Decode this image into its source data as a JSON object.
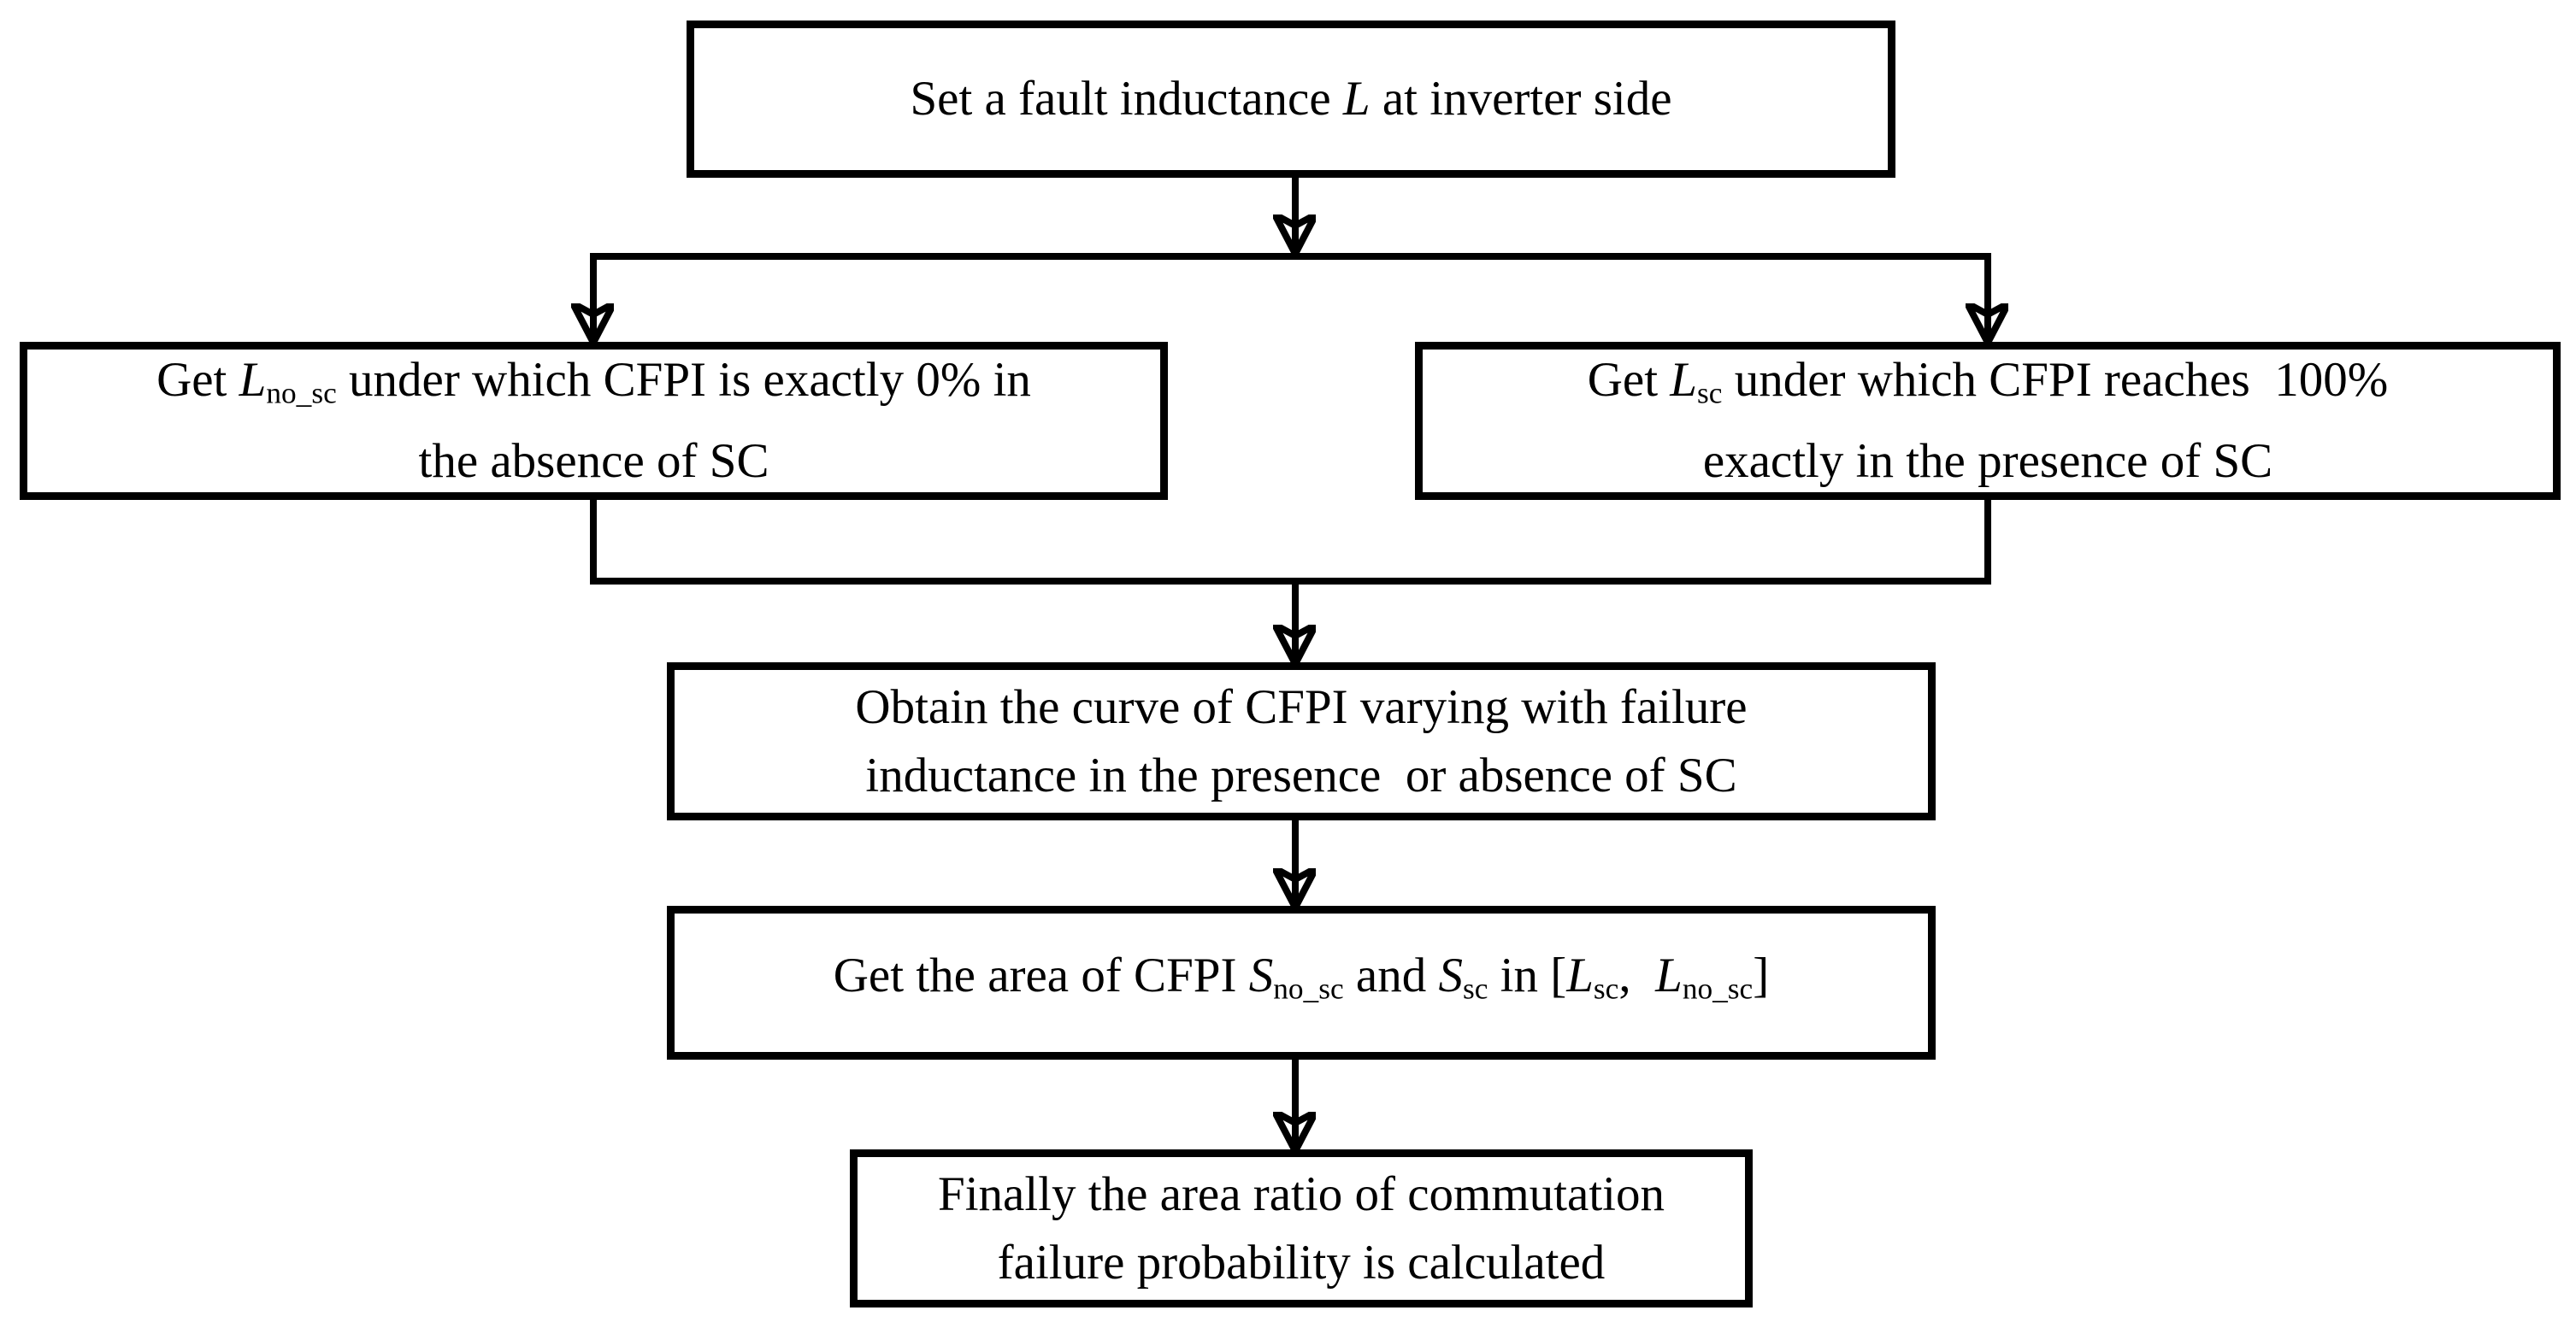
{
  "diagram": {
    "type": "flowchart",
    "background_color": "#ffffff",
    "stroke_color": "#000000",
    "boxes": [
      {
        "id": "set-fault-inductance",
        "lines": [
          [
            {
              "t": "Set a fault inductance "
            },
            {
              "t": "L",
              "s": "i"
            },
            {
              "t": " at inverter side"
            }
          ]
        ]
      },
      {
        "id": "get-l-no-sc",
        "lines": [
          [
            {
              "t": "Get "
            },
            {
              "t": "L",
              "s": "i"
            },
            {
              "t": "no_sc",
              "s": "sub"
            },
            {
              "t": " under which CFPI is exactly 0% in"
            }
          ],
          [
            {
              "t": "the absence of SC"
            }
          ]
        ]
      },
      {
        "id": "get-l-sc",
        "lines": [
          [
            {
              "t": "Get "
            },
            {
              "t": "L",
              "s": "i"
            },
            {
              "t": "sc",
              "s": "sub"
            },
            {
              "t": " under which CFPI reaches  100%"
            }
          ],
          [
            {
              "t": "exactly in the presence of SC"
            }
          ]
        ]
      },
      {
        "id": "obtain-cfpi-curve",
        "lines": [
          [
            {
              "t": "Obtain the curve of CFPI varying with failure"
            }
          ],
          [
            {
              "t": "inductance in the presence  or absence of SC"
            }
          ]
        ]
      },
      {
        "id": "get-cfpi-area",
        "lines": [
          [
            {
              "t": "Get the area of CFPI "
            },
            {
              "t": "S",
              "s": "i"
            },
            {
              "t": "no_sc",
              "s": "sub"
            },
            {
              "t": " and "
            },
            {
              "t": "S",
              "s": "i"
            },
            {
              "t": "sc",
              "s": "sub"
            },
            {
              "t": " in ["
            },
            {
              "t": "L",
              "s": "i"
            },
            {
              "t": "sc",
              "s": "sub"
            },
            {
              "t": ",  "
            },
            {
              "t": "L",
              "s": "i"
            },
            {
              "t": "no_sc",
              "s": "sub"
            },
            {
              "t": "]"
            }
          ]
        ]
      },
      {
        "id": "final-area-ratio",
        "lines": [
          [
            {
              "t": "Finally the area ratio of commutation"
            }
          ],
          [
            {
              "t": "failure probability is calculated"
            }
          ]
        ]
      }
    ]
  }
}
